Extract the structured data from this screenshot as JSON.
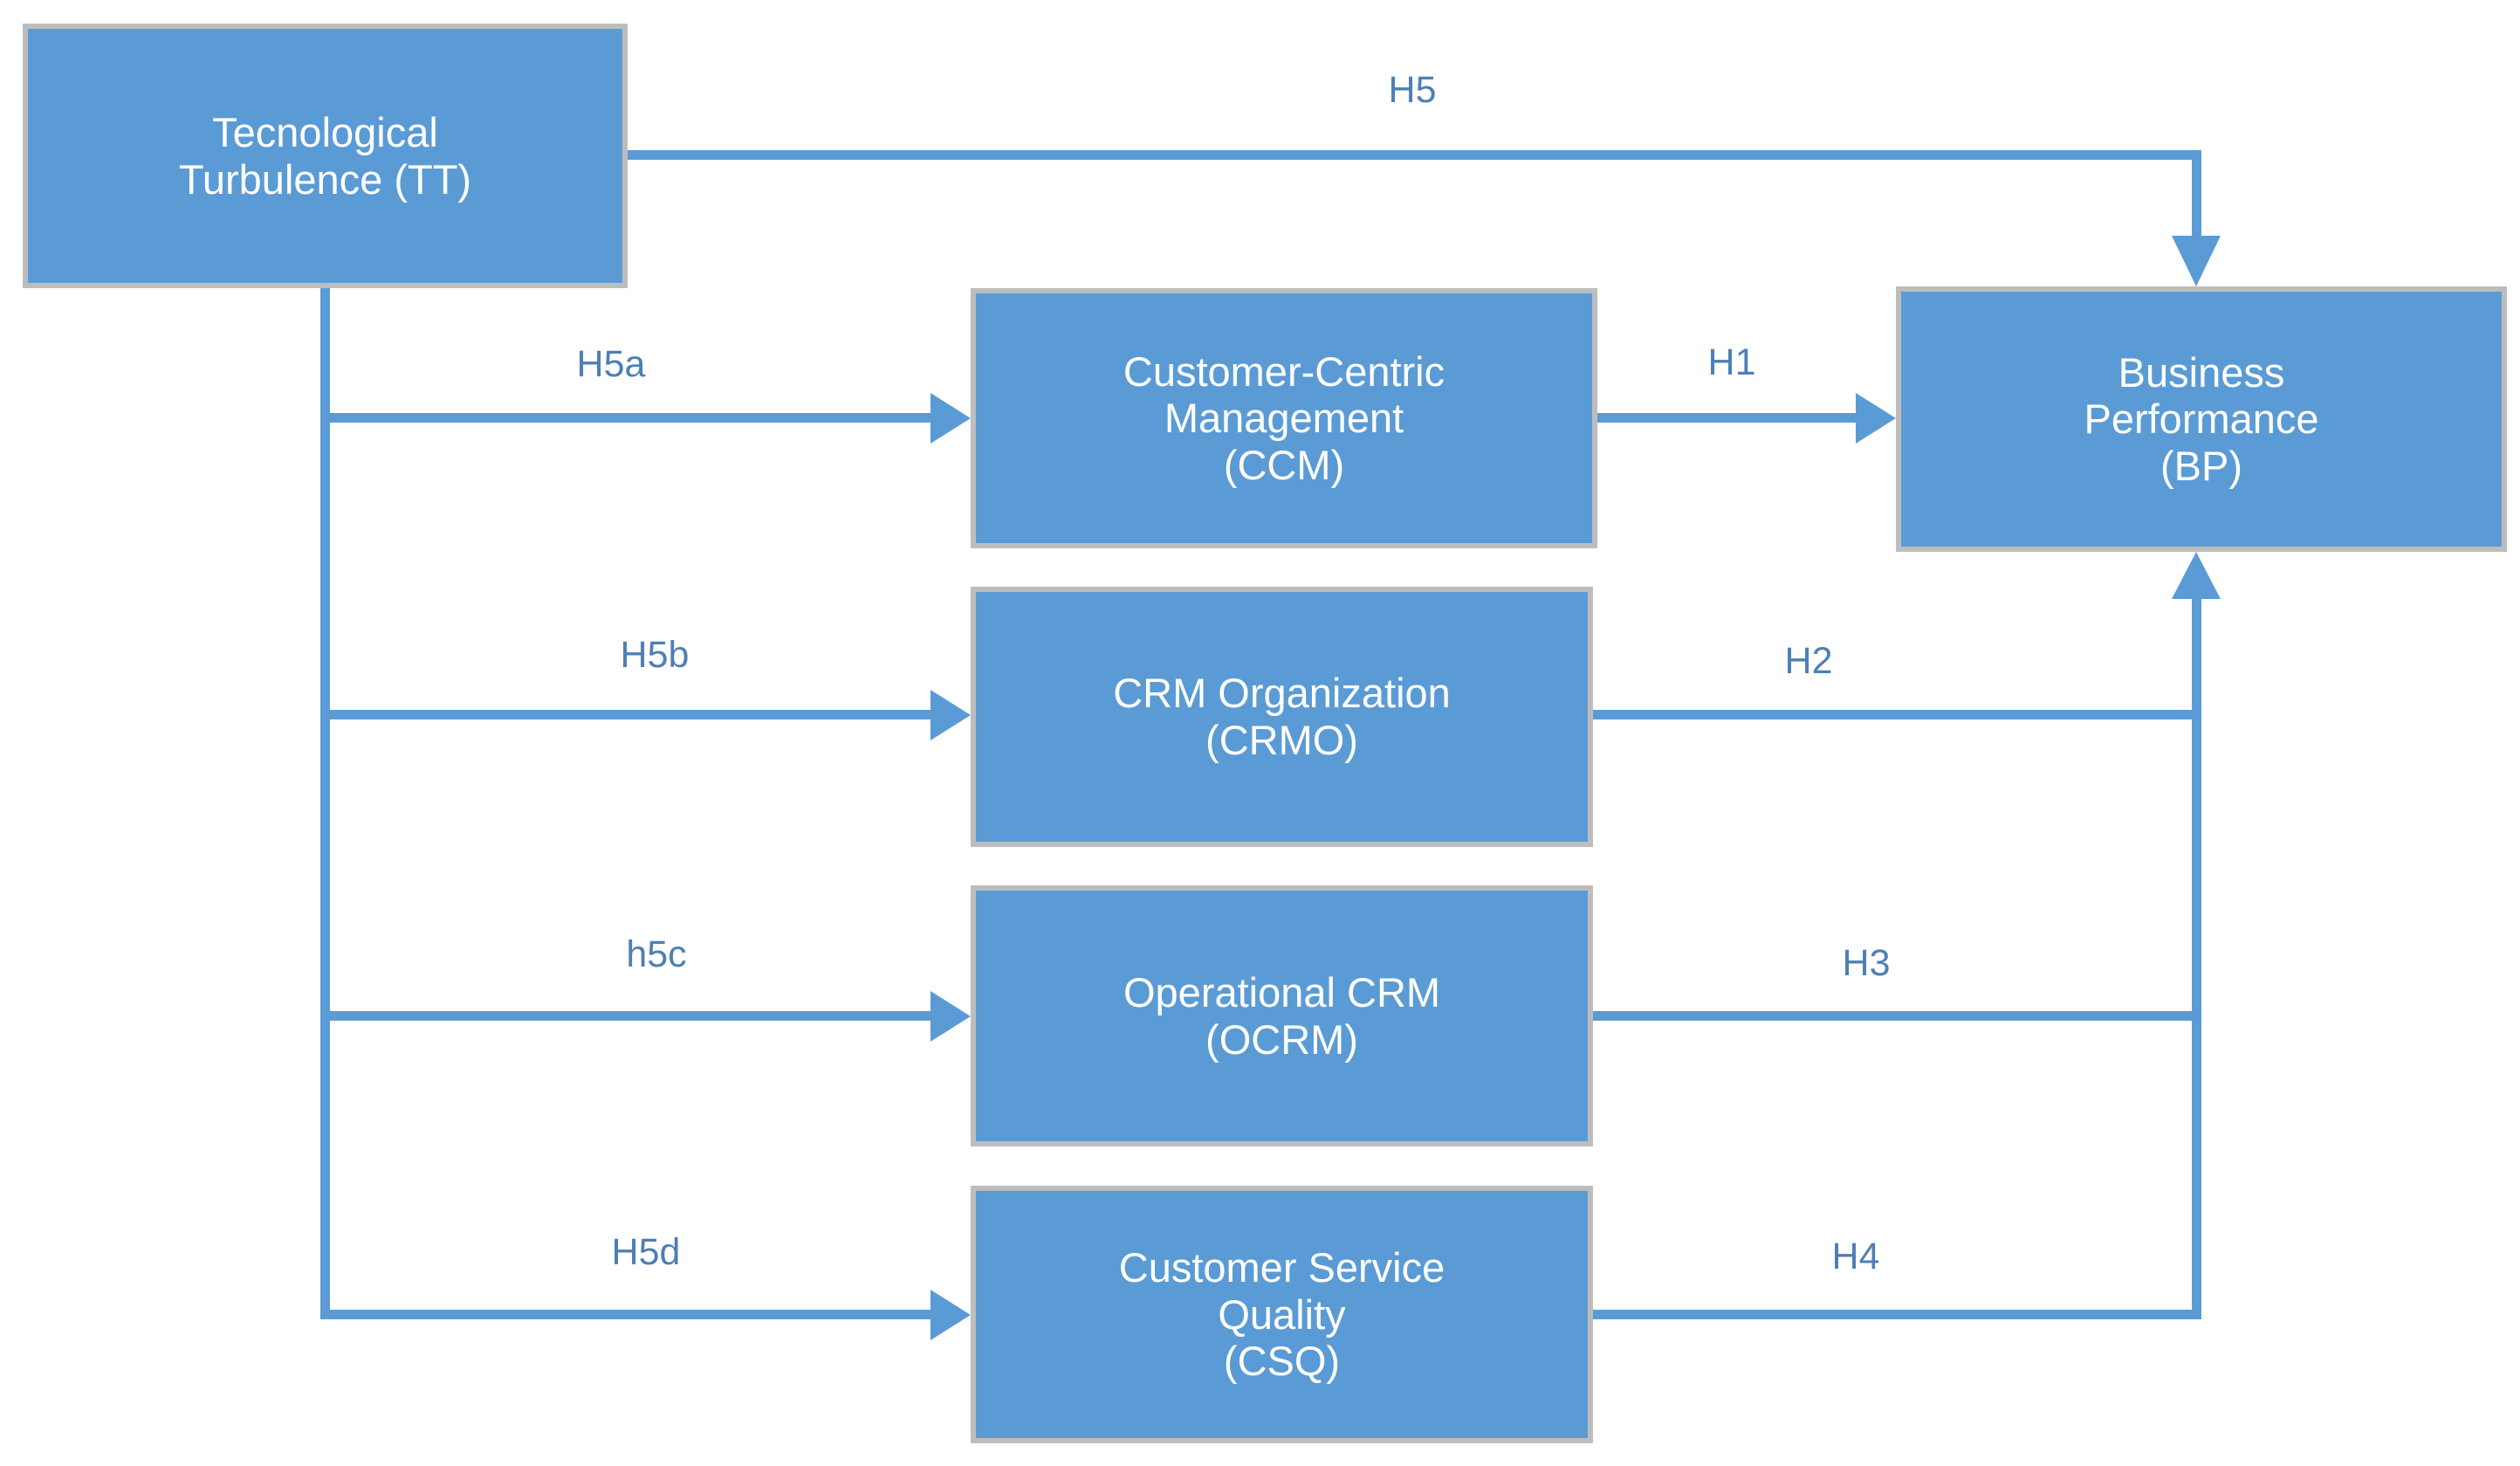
{
  "diagram": {
    "type": "hypothesis-path-model",
    "theme": {
      "node_fill": "#5b9bd5",
      "node_border": "#bdbdbd",
      "node_text": "#ffffff",
      "edge_color": "#5b9bd5",
      "edge_label_color": "#4d7fb5",
      "background": "#ffffff"
    },
    "nodes": [
      {
        "id": "TT",
        "label": "Tecnological\nTurbulence (TT)"
      },
      {
        "id": "CCM",
        "label": "Customer-Centric\nManagement\n(CCM)"
      },
      {
        "id": "CRMO",
        "label": "CRM Organization\n(CRMO)"
      },
      {
        "id": "OCRM",
        "label": "Operational CRM\n(OCRM)"
      },
      {
        "id": "CSQ",
        "label": "Customer Service\nQuality\n(CSQ)"
      },
      {
        "id": "BP",
        "label": "Business\nPerformance\n(BP)"
      }
    ],
    "edges": [
      {
        "id": "H5",
        "from": "TT",
        "to": "BP",
        "label": "H5"
      },
      {
        "id": "H5a",
        "from": "TT",
        "to": "CCM",
        "label": "H5a"
      },
      {
        "id": "H5b",
        "from": "TT",
        "to": "CRMO",
        "label": "H5b"
      },
      {
        "id": "h5c",
        "from": "TT",
        "to": "OCRM",
        "label": "h5c"
      },
      {
        "id": "H5d",
        "from": "TT",
        "to": "CSQ",
        "label": "H5d"
      },
      {
        "id": "H1",
        "from": "CCM",
        "to": "BP",
        "label": "H1"
      },
      {
        "id": "H2",
        "from": "CRMO",
        "to": "BP",
        "label": "H2"
      },
      {
        "id": "H3",
        "from": "OCRM",
        "to": "BP",
        "label": "H3"
      },
      {
        "id": "H4",
        "from": "CSQ",
        "to": "BP",
        "label": "H4"
      }
    ]
  }
}
